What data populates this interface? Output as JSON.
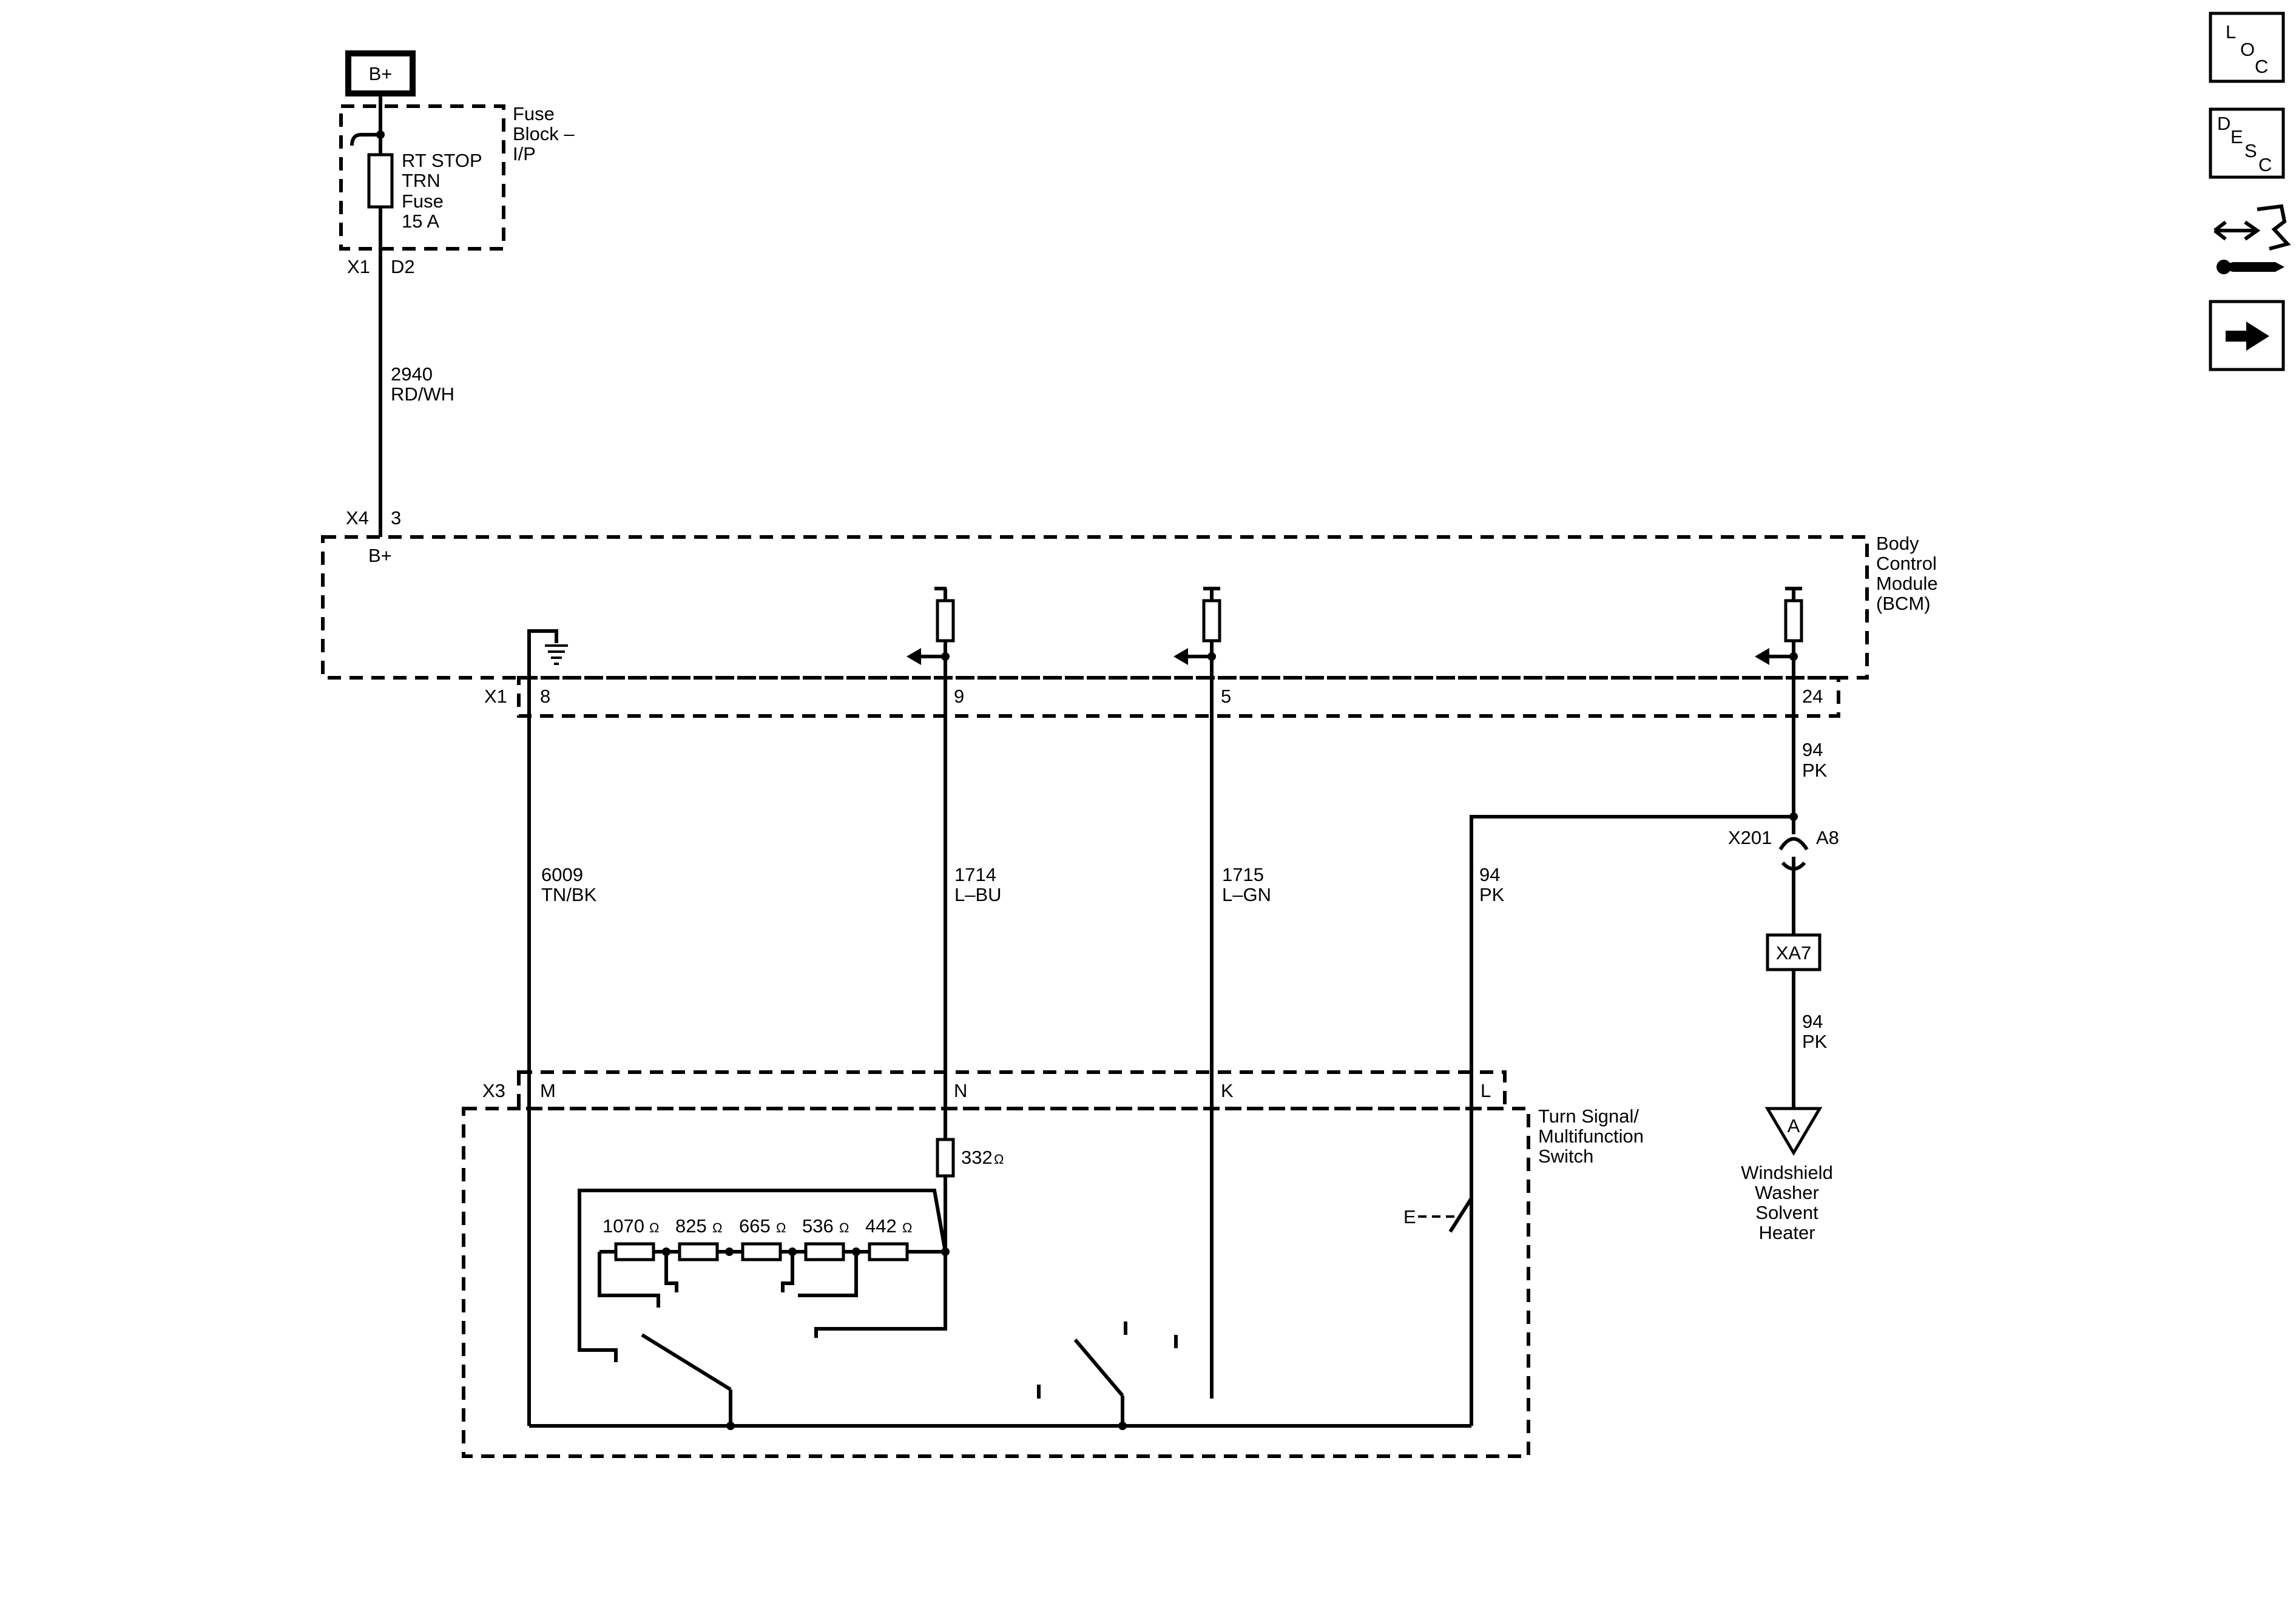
{
  "power": {
    "label": "B+"
  },
  "fuse_block": {
    "name_lines": [
      "Fuse",
      "Block –",
      "I/P"
    ],
    "fuse_lines": [
      "RT STOP",
      "TRN",
      "Fuse",
      "15 A"
    ],
    "connector": "X1",
    "pin": "D2"
  },
  "wire_2940": {
    "circuit": "2940",
    "color": "RD/WH"
  },
  "bcm": {
    "name_lines": [
      "Body",
      "Control",
      "Module",
      "(BCM)"
    ],
    "power_connector": "X4",
    "power_pin": "3",
    "power_label": "B+",
    "signal_connector": "X1",
    "pins": [
      "8",
      "9",
      "5",
      "24"
    ]
  },
  "wires": [
    {
      "circuit": "6009",
      "color": "TN/BK"
    },
    {
      "circuit": "1714",
      "color": "L–BU"
    },
    {
      "circuit": "1715",
      "color": "L–GN"
    },
    {
      "circuit": "94",
      "color": "PK"
    }
  ],
  "wire_94_bcm": {
    "circuit": "94",
    "color": "PK"
  },
  "wire_94_heater": {
    "circuit": "94",
    "color": "PK"
  },
  "inline_connector": {
    "name": "X201",
    "pin": "A8"
  },
  "splice_block": {
    "label": "XA7"
  },
  "heater": {
    "symbol": "A",
    "name_lines": [
      "Windshield",
      "Washer",
      "Solvent",
      "Heater"
    ]
  },
  "switch": {
    "name_lines": [
      "Turn Signal/",
      "Multifunction",
      "Switch"
    ],
    "connector": "X3",
    "pins": [
      "M",
      "N",
      "K",
      "L"
    ],
    "series_resistor": "332",
    "resistors": [
      "1070",
      "825",
      "665",
      "536",
      "442"
    ],
    "ohm_symbol": "Ω",
    "washer_contact": "E"
  },
  "nav_icons": [
    {
      "name": "location",
      "letters": [
        "L",
        "O",
        "C"
      ]
    },
    {
      "name": "description",
      "letters": [
        "D",
        "E",
        "S",
        "C"
      ]
    },
    {
      "name": "connector-repair"
    },
    {
      "name": "next-page"
    }
  ]
}
